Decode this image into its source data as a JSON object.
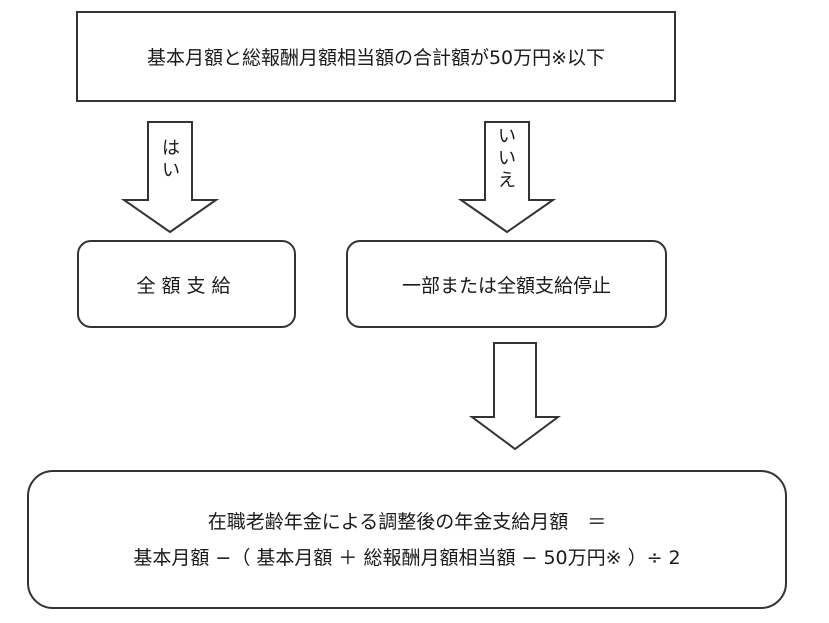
{
  "condition": {
    "text": "基本月額と総報酬月額相当額の合計額が50万円※以下"
  },
  "branches": {
    "yes_label": [
      "は",
      "い"
    ],
    "no_label": [
      "い",
      "い",
      "え"
    ]
  },
  "outcomes": {
    "full_payment": "全額支給",
    "partial_stop": "一部または全額支給停止"
  },
  "formula": {
    "line1": "在職老齢年金による調整後の年金支給月額　＝",
    "line2": "基本月額 −（ 基本月額 ＋ 総報酬月額相当額 − 50万円※ ）÷ 2"
  }
}
